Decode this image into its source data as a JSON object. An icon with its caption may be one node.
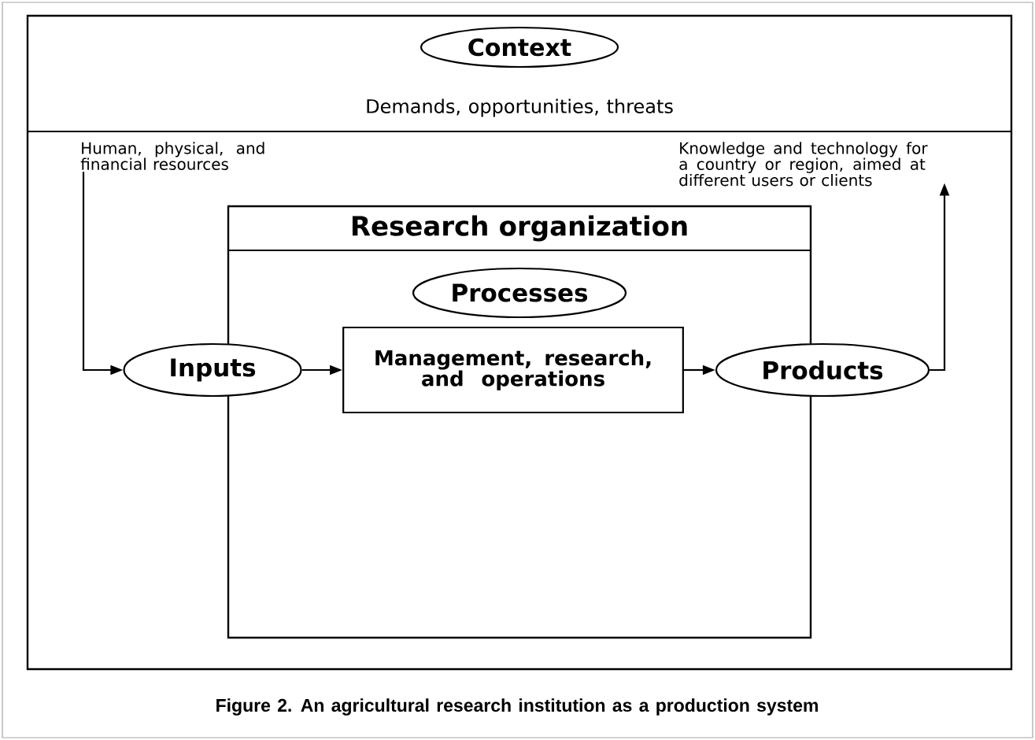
{
  "diagram": {
    "caption": "Figure 2.   An agricultural research institution as a production system",
    "nodes": [
      {
        "text": [
          "Demands, opportunities, threats"
        ]
      },
      {
        "text": [
          "Context"
        ],
        "in": 0
      },
      {
        "text": [
          "Human, physical,  and financial resources"
        ],
        "in": 0
      },
      {
        "text": [
          "Knowledge and technology for a country or region, aimed at different users or clients"
        ],
        "in": 0
      },
      {
        "text": [
          "Research organization"
        ],
        "in": 0
      },
      {
        "text": [
          "Processes"
        ],
        "in": 4
      },
      {
        "text": [
          "Inputs"
        ],
        "in": 0
      },
      {
        "text": [
          "Management, research, and operations"
        ],
        "in": 4
      },
      {
        "text": [
          "Products"
        ],
        "in": 0
      }
    ],
    "edges": [
      {
        "from": 2,
        "to": 6,
        "arrow": "to"
      },
      {
        "from": 6,
        "to": 7,
        "arrow": "to"
      },
      {
        "from": 7,
        "to": 8,
        "arrow": "to"
      },
      {
        "from": 8,
        "to": 3,
        "arrow": "to"
      }
    ]
  }
}
